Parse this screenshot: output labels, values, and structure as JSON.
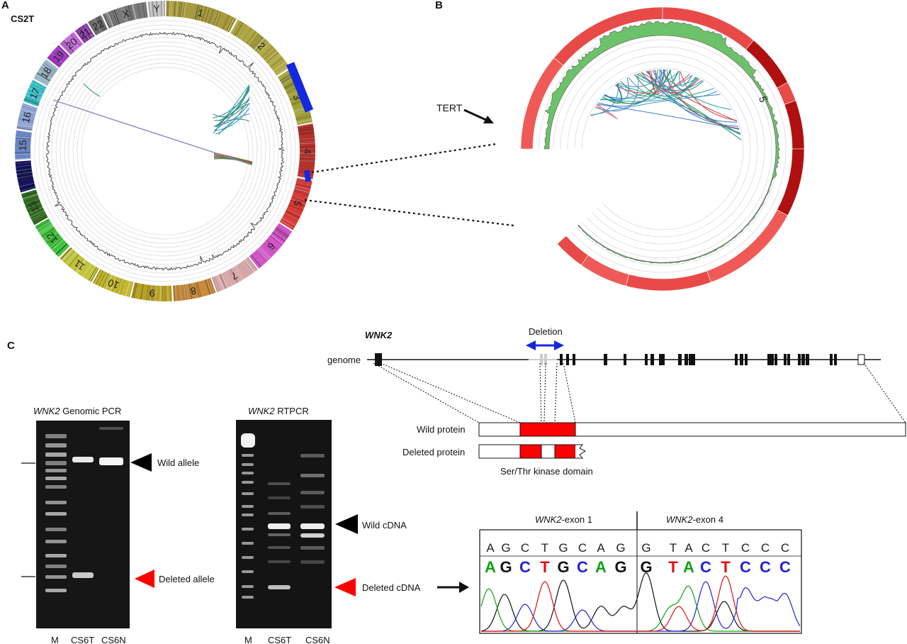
{
  "panels": {
    "a": "A",
    "b": "B",
    "c": "C"
  },
  "panel_a": {
    "sample": "CS2T",
    "chromosomes": [
      {
        "name": "1",
        "size": 249,
        "color": "#a89a3e"
      },
      {
        "name": "2",
        "size": 243,
        "color": "#b0a845"
      },
      {
        "name": "3",
        "size": 198,
        "color": "#a0a03a"
      },
      {
        "name": "4",
        "size": 191,
        "color": "#b5322c"
      },
      {
        "name": "5",
        "size": 181,
        "color": "#d53a36"
      },
      {
        "name": "6",
        "size": 171,
        "color": "#d255c8"
      },
      {
        "name": "7",
        "size": 159,
        "color": "#d6a6a6"
      },
      {
        "name": "8",
        "size": 146,
        "color": "#c98a3c"
      },
      {
        "name": "9",
        "size": 141,
        "color": "#b8a128"
      },
      {
        "name": "10",
        "size": 135,
        "color": "#c4b82e"
      },
      {
        "name": "11",
        "size": 135,
        "color": "#c0c43a"
      },
      {
        "name": "12",
        "size": 133,
        "color": "#3fbf3a"
      },
      {
        "name": "13",
        "size": 115,
        "color": "#2f6a1e"
      },
      {
        "name": "14",
        "size": 107,
        "color": "#14145e"
      },
      {
        "name": "15",
        "size": 102,
        "color": "#6a86c6"
      },
      {
        "name": "16",
        "size": 90,
        "color": "#8aa0d2"
      },
      {
        "name": "17",
        "size": 81,
        "color": "#3fc4cc"
      },
      {
        "name": "18",
        "size": 78,
        "color": "#9ab8c8"
      },
      {
        "name": "19",
        "size": 59,
        "color": "#a238c4"
      },
      {
        "name": "20",
        "size": 63,
        "color": "#c46adb"
      },
      {
        "name": "21",
        "size": 48,
        "color": "#8a3aa8"
      },
      {
        "name": "22",
        "size": 51,
        "color": "#6a6a6a"
      },
      {
        "name": "X",
        "size": 155,
        "color": "#7a7a7a"
      },
      {
        "name": "Y",
        "size": 59,
        "color": "#c8c8c8"
      }
    ],
    "highlight_color": "#1428e0"
  },
  "panel_b": {
    "tert_label": "TERT",
    "chr_label": "5",
    "ring_light": "#ef5a57",
    "ring_dark": "#b01010",
    "cn_color": "#6cc26a"
  },
  "panel_c": {
    "gene": "WNK2",
    "deletion_label": "Deletion",
    "genome_label": "genome",
    "wild_protein": "Wild protein",
    "deleted_protein": "Deleted protein",
    "domain_label": "Ser/Thr kinase domain",
    "domain_color": "#ff0000",
    "arrow_color": "#1428e0",
    "gel1": {
      "gene": "WNK2",
      "title": "Genomic PCR",
      "lanes": [
        "M",
        "CS6T",
        "CS6N"
      ],
      "wild": "Wild allele",
      "deleted": "Deleted allele"
    },
    "gel2": {
      "gene": "WNK2",
      "title": "RTPCR",
      "lanes": [
        "M",
        "CS6T",
        "CS6N"
      ],
      "wild": "Wild cDNA",
      "deleted": "Deleted cDNA"
    },
    "seq": {
      "exon1_gene": "WNK2",
      "exon1_suffix": "-exon 1",
      "exon4_gene": "WNK2",
      "exon4_suffix": "-exon 4",
      "ref_bases": [
        "A",
        "G",
        "C",
        "T",
        "G",
        "C",
        "A",
        "G",
        "G",
        "T",
        "A",
        "C",
        "T",
        "C",
        "C",
        "C"
      ],
      "called_bases": [
        "A",
        "G",
        "C",
        "T",
        "G",
        "C",
        "A",
        "G",
        "G",
        "T",
        "A",
        "C",
        "T",
        "C",
        "C",
        "C"
      ],
      "base_colors": {
        "A": "#12a012",
        "G": "#111111",
        "C": "#2222dd",
        "T": "#e01010"
      }
    }
  }
}
